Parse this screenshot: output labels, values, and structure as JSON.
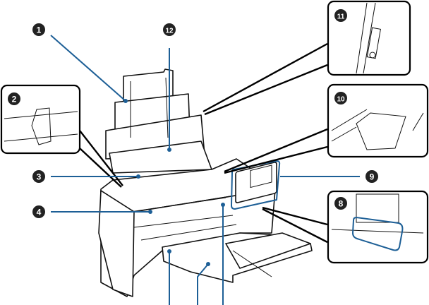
{
  "title": "Printer parts diagram",
  "callouts": [
    {
      "id": "1",
      "label": "1"
    },
    {
      "id": "2",
      "label": "2"
    },
    {
      "id": "3",
      "label": "3"
    },
    {
      "id": "4",
      "label": "4"
    },
    {
      "id": "8",
      "label": "8"
    },
    {
      "id": "9",
      "label": "9"
    },
    {
      "id": "10",
      "label": "10"
    },
    {
      "id": "11",
      "label": "11"
    },
    {
      "id": "12",
      "label": "12"
    }
  ],
  "colors": {
    "leader": "#1d5f96",
    "badge": "#222222",
    "outline": "#111111"
  }
}
